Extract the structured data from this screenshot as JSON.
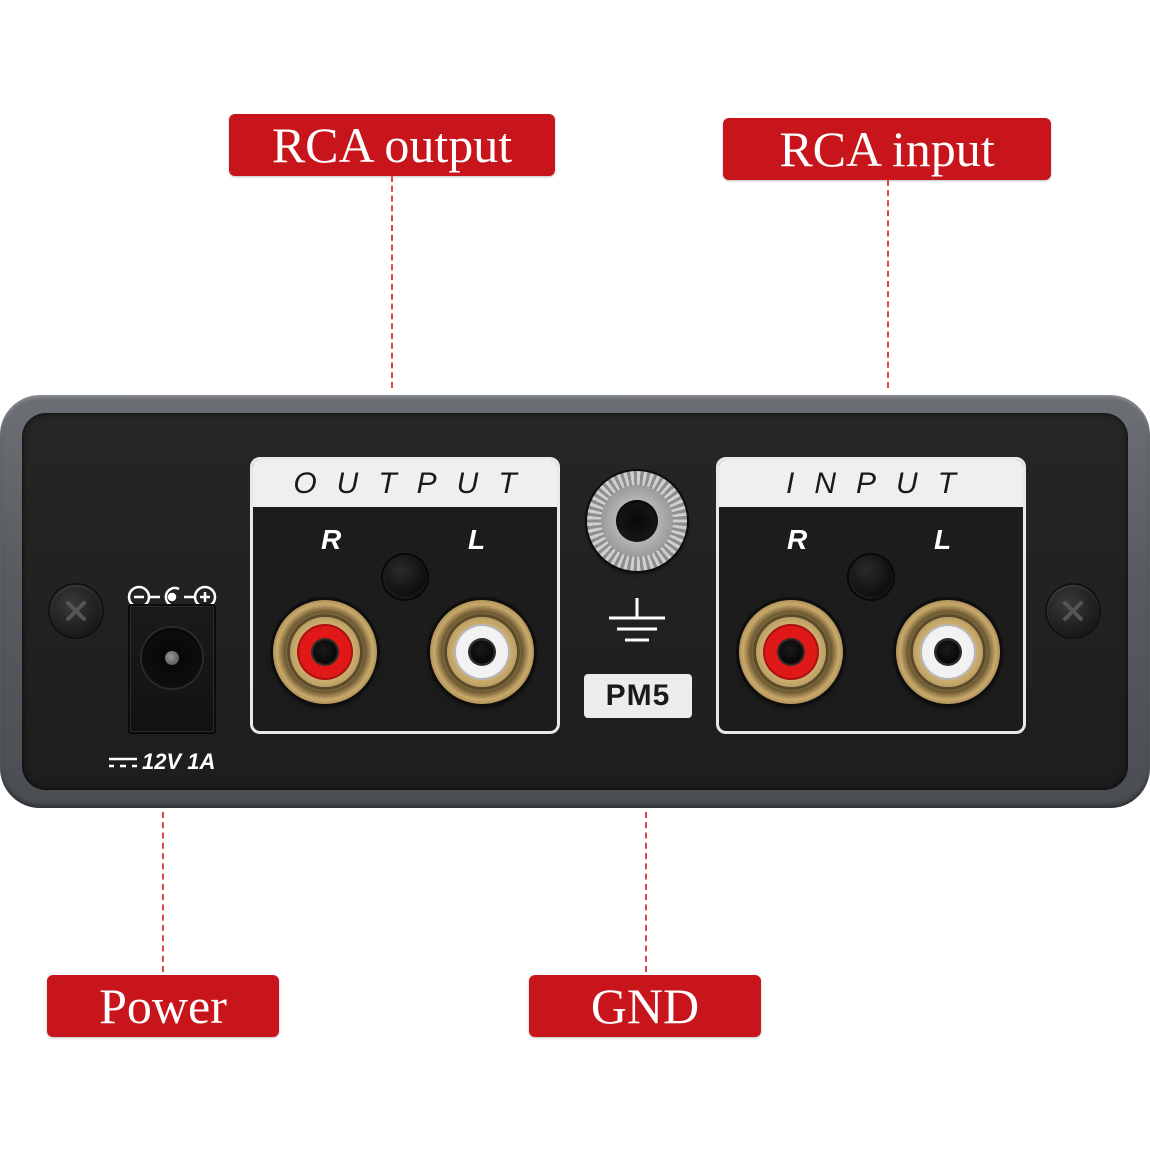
{
  "callouts": {
    "rca_output": "RCA output",
    "rca_input": "RCA input",
    "power": "Power",
    "gnd": "GND"
  },
  "colors": {
    "callout_bg": "#c8151b",
    "leader_line": "#d9474b",
    "device_frame": "#5a5e63",
    "faceplate": "#212121",
    "rca_red": "#e01818",
    "rca_white": "#f2f2f2"
  },
  "device": {
    "model": "PM5",
    "power_rating": "12V 1A",
    "output_panel": {
      "title": "OUTPUT",
      "right_label": "R",
      "left_label": "L"
    },
    "input_panel": {
      "title": "INPUT",
      "right_label": "R",
      "left_label": "L"
    },
    "icons": {
      "polarity": "dc-polarity-icon",
      "ground": "ground-symbol-icon",
      "screw": "phillips-screw-icon",
      "dc": "dc-current-icon"
    }
  }
}
